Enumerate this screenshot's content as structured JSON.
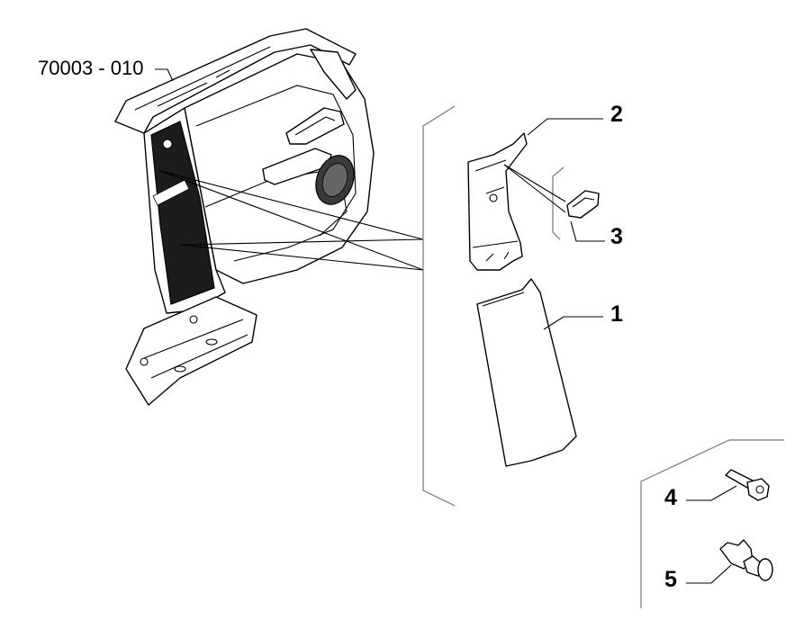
{
  "diagram": {
    "reference_label": "70003 - 010",
    "callouts": [
      {
        "id": "1",
        "label": "1"
      },
      {
        "id": "2",
        "label": "2"
      },
      {
        "id": "3",
        "label": "3"
      },
      {
        "id": "4",
        "label": "4"
      },
      {
        "id": "5",
        "label": "5"
      }
    ]
  }
}
